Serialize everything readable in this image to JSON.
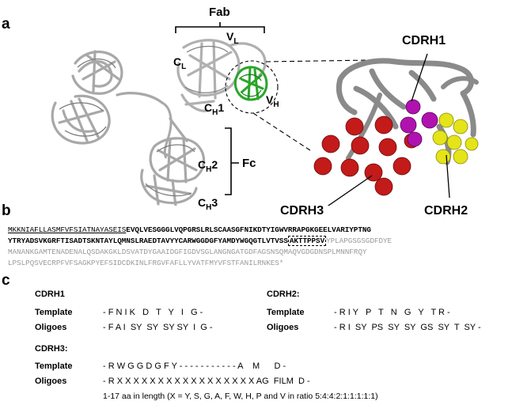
{
  "panels": {
    "a": "a",
    "b": "b",
    "c": "c"
  },
  "panel_a": {
    "fab": "Fab",
    "fc": "Fc",
    "vl": {
      "main": "V",
      "sub": "L"
    },
    "cl": {
      "main": "C",
      "sub": "L"
    },
    "ch1": {
      "main": "C",
      "sub": "H",
      "post": "1"
    },
    "vh": {
      "main": "V",
      "sub": "H"
    },
    "ch2": {
      "main": "C",
      "sub": "H",
      "post": "2"
    },
    "ch3": {
      "main": "C",
      "sub": "H",
      "post": "3"
    },
    "cdrh1": "CDRH1",
    "cdrh2": "CDRH2",
    "cdrh3": "CDRH3",
    "colors": {
      "ribbon": "#b4b4b4",
      "vh": "#2aa52a",
      "cdrh1": "#b515b5",
      "cdrh2": "#e6e61a",
      "cdrh3": "#c81e1e",
      "backbone": "#8a8a8a"
    }
  },
  "panel_b": {
    "line1_underlined": "MKKNIAFLLASMFVFSIATNAYASEIS",
    "line1_bold": "EVQLVESGGGLVQPGRSLRLSCAASGFNIKDTYIGWVRRAPGKGEELVARIYPTNG",
    "line2_bold": "YTRYADSVKGRFTISADTSKNTAYLQMNSLRAEDTAVYYCARWGGDGFYAMDYWGQGTLVTVSS",
    "line2_boxed": "AKTTPPSV",
    "line2_grey": "YPLAPGSGSGDFDYE",
    "line3_grey": "MANANKGAMTENADENALQSDAKGKLDSVATDYGAAIDGFIGDVSGLANGNGATGDFAGSNSQMAQVGDGDNSPLMNNFRQY",
    "line4_grey": "LPSLPQSVECRPFVFSAGKPYEFSIDCDKINLFRGVFAFLLYVATFMYVFSTFANILRNKES*"
  },
  "panel_c": {
    "cdrh1": {
      "title": "CDRH1",
      "template_label": "Template",
      "template_seq": "- F N I K   D   T   Y   I   G -",
      "oligoes_label": "Oligoes",
      "oligoes_seq": "- F A I  SY  SY  SY SY  I  G -"
    },
    "cdrh2": {
      "title": "CDRH2:",
      "template_label": "Template",
      "template_seq": "- R I Y   P   T   N   G   Y   T R -",
      "oligoes_label": "Oligoes",
      "oligoes_seq": "- R I  SY  PS  SY  SY  GS  SY  T  SY -"
    },
    "cdrh3": {
      "title": "CDRH3:",
      "template_label": "Template",
      "template_seq": "- R W G G D G F Y - - - - - - - - - - - A    M      D -",
      "oligoes_label": "Oligoes",
      "oligoes_seq": "- R X X X X X X X X X X X X X X X X X AG  FILM  D -"
    },
    "note": "1-17 aa in length (X = Y, S, G, A, F, W, H, P and V in ratio 5:4:4:2:1:1:1:1:1)"
  }
}
